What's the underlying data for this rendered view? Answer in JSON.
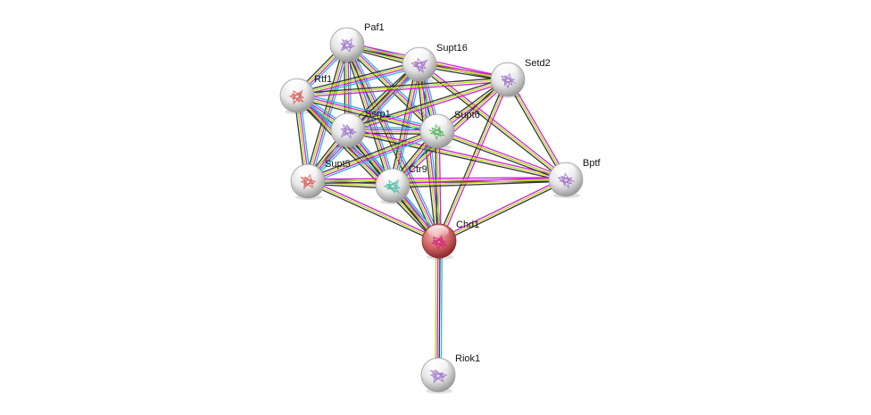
{
  "title": "Protein interaction network",
  "edge_colors": {
    "database": "#25b9d6",
    "experiment": "#d21fd3",
    "textmining": "#b7d61b",
    "coexpression": "#333333"
  },
  "nodes": [
    {
      "id": "Paf1",
      "label": "Paf1",
      "query": false,
      "glyph": "#9a6fc9"
    },
    {
      "id": "Supt16",
      "label": "Supt16",
      "query": false,
      "glyph": "#9a6fc9"
    },
    {
      "id": "Setd2",
      "label": "Setd2",
      "query": false,
      "glyph": "#9a6fc9"
    },
    {
      "id": "Rtf1",
      "label": "Rtf1",
      "query": false,
      "glyph": "#d9534f"
    },
    {
      "id": "Ssrp1",
      "label": "Ssrp1",
      "query": false,
      "glyph": "#9a6fc9"
    },
    {
      "id": "Supt6",
      "label": "Supt6",
      "query": false,
      "glyph": "#4caf50"
    },
    {
      "id": "Supt5",
      "label": "Supt5",
      "query": false,
      "glyph": "#d9534f"
    },
    {
      "id": "Ctr9",
      "label": "Ctr9",
      "query": false,
      "glyph": "#3fb8a0"
    },
    {
      "id": "Bptf",
      "label": "Bptf",
      "query": false,
      "glyph": "#9a6fc9"
    },
    {
      "id": "Chd1",
      "label": "Chd1",
      "query": true,
      "glyph": "#d0207a"
    },
    {
      "id": "Riok1",
      "label": "Riok1",
      "query": false,
      "glyph": "#9a6fc9"
    }
  ],
  "edges": [
    {
      "a": "Paf1",
      "b": "Supt16",
      "types": [
        "database",
        "experiment",
        "textmining",
        "coexpression"
      ]
    },
    {
      "a": "Paf1",
      "b": "Rtf1",
      "types": [
        "database",
        "experiment",
        "textmining",
        "coexpression"
      ]
    },
    {
      "a": "Paf1",
      "b": "Ssrp1",
      "types": [
        "database",
        "experiment",
        "textmining",
        "coexpression"
      ]
    },
    {
      "a": "Paf1",
      "b": "Supt6",
      "types": [
        "database",
        "experiment",
        "textmining",
        "coexpression"
      ]
    },
    {
      "a": "Paf1",
      "b": "Supt5",
      "types": [
        "database",
        "experiment",
        "textmining",
        "coexpression"
      ]
    },
    {
      "a": "Paf1",
      "b": "Ctr9",
      "types": [
        "database",
        "experiment",
        "textmining",
        "coexpression"
      ]
    },
    {
      "a": "Paf1",
      "b": "Chd1",
      "types": [
        "database",
        "experiment",
        "textmining",
        "coexpression"
      ]
    },
    {
      "a": "Paf1",
      "b": "Setd2",
      "types": [
        "experiment",
        "textmining",
        "coexpression"
      ]
    },
    {
      "a": "Supt16",
      "b": "Setd2",
      "types": [
        "experiment",
        "textmining",
        "coexpression"
      ]
    },
    {
      "a": "Supt16",
      "b": "Rtf1",
      "types": [
        "database",
        "experiment",
        "textmining",
        "coexpression"
      ]
    },
    {
      "a": "Supt16",
      "b": "Ssrp1",
      "types": [
        "database",
        "experiment",
        "textmining",
        "coexpression"
      ]
    },
    {
      "a": "Supt16",
      "b": "Supt6",
      "types": [
        "database",
        "experiment",
        "textmining",
        "coexpression"
      ]
    },
    {
      "a": "Supt16",
      "b": "Supt5",
      "types": [
        "database",
        "experiment",
        "textmining",
        "coexpression"
      ]
    },
    {
      "a": "Supt16",
      "b": "Ctr9",
      "types": [
        "database",
        "experiment",
        "textmining",
        "coexpression"
      ]
    },
    {
      "a": "Supt16",
      "b": "Chd1",
      "types": [
        "database",
        "experiment",
        "textmining",
        "coexpression"
      ]
    },
    {
      "a": "Supt16",
      "b": "Bptf",
      "types": [
        "experiment",
        "textmining",
        "coexpression"
      ]
    },
    {
      "a": "Setd2",
      "b": "Rtf1",
      "types": [
        "experiment",
        "textmining",
        "coexpression"
      ]
    },
    {
      "a": "Setd2",
      "b": "Ssrp1",
      "types": [
        "experiment",
        "textmining",
        "coexpression"
      ]
    },
    {
      "a": "Setd2",
      "b": "Supt6",
      "types": [
        "experiment",
        "textmining",
        "coexpression"
      ]
    },
    {
      "a": "Setd2",
      "b": "Ctr9",
      "types": [
        "experiment",
        "textmining",
        "coexpression"
      ]
    },
    {
      "a": "Setd2",
      "b": "Chd1",
      "types": [
        "experiment",
        "textmining",
        "coexpression"
      ]
    },
    {
      "a": "Setd2",
      "b": "Bptf",
      "types": [
        "experiment",
        "textmining",
        "coexpression"
      ]
    },
    {
      "a": "Rtf1",
      "b": "Ssrp1",
      "types": [
        "database",
        "experiment",
        "textmining",
        "coexpression"
      ]
    },
    {
      "a": "Rtf1",
      "b": "Supt6",
      "types": [
        "database",
        "experiment",
        "textmining",
        "coexpression"
      ]
    },
    {
      "a": "Rtf1",
      "b": "Supt5",
      "types": [
        "database",
        "experiment",
        "textmining",
        "coexpression"
      ]
    },
    {
      "a": "Rtf1",
      "b": "Ctr9",
      "types": [
        "database",
        "experiment",
        "textmining",
        "coexpression"
      ]
    },
    {
      "a": "Rtf1",
      "b": "Chd1",
      "types": [
        "database",
        "experiment",
        "textmining",
        "coexpression"
      ]
    },
    {
      "a": "Ssrp1",
      "b": "Supt6",
      "types": [
        "database",
        "experiment",
        "textmining",
        "coexpression"
      ]
    },
    {
      "a": "Ssrp1",
      "b": "Supt5",
      "types": [
        "database",
        "experiment",
        "textmining",
        "coexpression"
      ]
    },
    {
      "a": "Ssrp1",
      "b": "Ctr9",
      "types": [
        "database",
        "experiment",
        "textmining",
        "coexpression"
      ]
    },
    {
      "a": "Ssrp1",
      "b": "Chd1",
      "types": [
        "database",
        "experiment",
        "textmining",
        "coexpression"
      ]
    },
    {
      "a": "Ssrp1",
      "b": "Bptf",
      "types": [
        "experiment",
        "textmining",
        "coexpression"
      ]
    },
    {
      "a": "Supt6",
      "b": "Supt5",
      "types": [
        "database",
        "experiment",
        "textmining",
        "coexpression"
      ]
    },
    {
      "a": "Supt6",
      "b": "Ctr9",
      "types": [
        "database",
        "experiment",
        "textmining",
        "coexpression"
      ]
    },
    {
      "a": "Supt6",
      "b": "Chd1",
      "types": [
        "experiment",
        "textmining",
        "coexpression"
      ]
    },
    {
      "a": "Supt6",
      "b": "Bptf",
      "types": [
        "experiment",
        "textmining",
        "coexpression"
      ]
    },
    {
      "a": "Supt5",
      "b": "Ctr9",
      "types": [
        "database",
        "experiment",
        "textmining",
        "coexpression"
      ]
    },
    {
      "a": "Supt5",
      "b": "Chd1",
      "types": [
        "experiment",
        "textmining",
        "coexpression"
      ]
    },
    {
      "a": "Supt5",
      "b": "Bptf",
      "types": [
        "experiment",
        "textmining",
        "coexpression"
      ]
    },
    {
      "a": "Ctr9",
      "b": "Chd1",
      "types": [
        "database",
        "experiment",
        "textmining",
        "coexpression"
      ]
    },
    {
      "a": "Ctr9",
      "b": "Bptf",
      "types": [
        "experiment",
        "textmining",
        "coexpression"
      ]
    },
    {
      "a": "Chd1",
      "b": "Bptf",
      "types": [
        "experiment",
        "textmining",
        "coexpression"
      ]
    },
    {
      "a": "Chd1",
      "b": "Riok1",
      "types": [
        "database",
        "coexpression",
        "experiment",
        "textmining"
      ]
    }
  ]
}
